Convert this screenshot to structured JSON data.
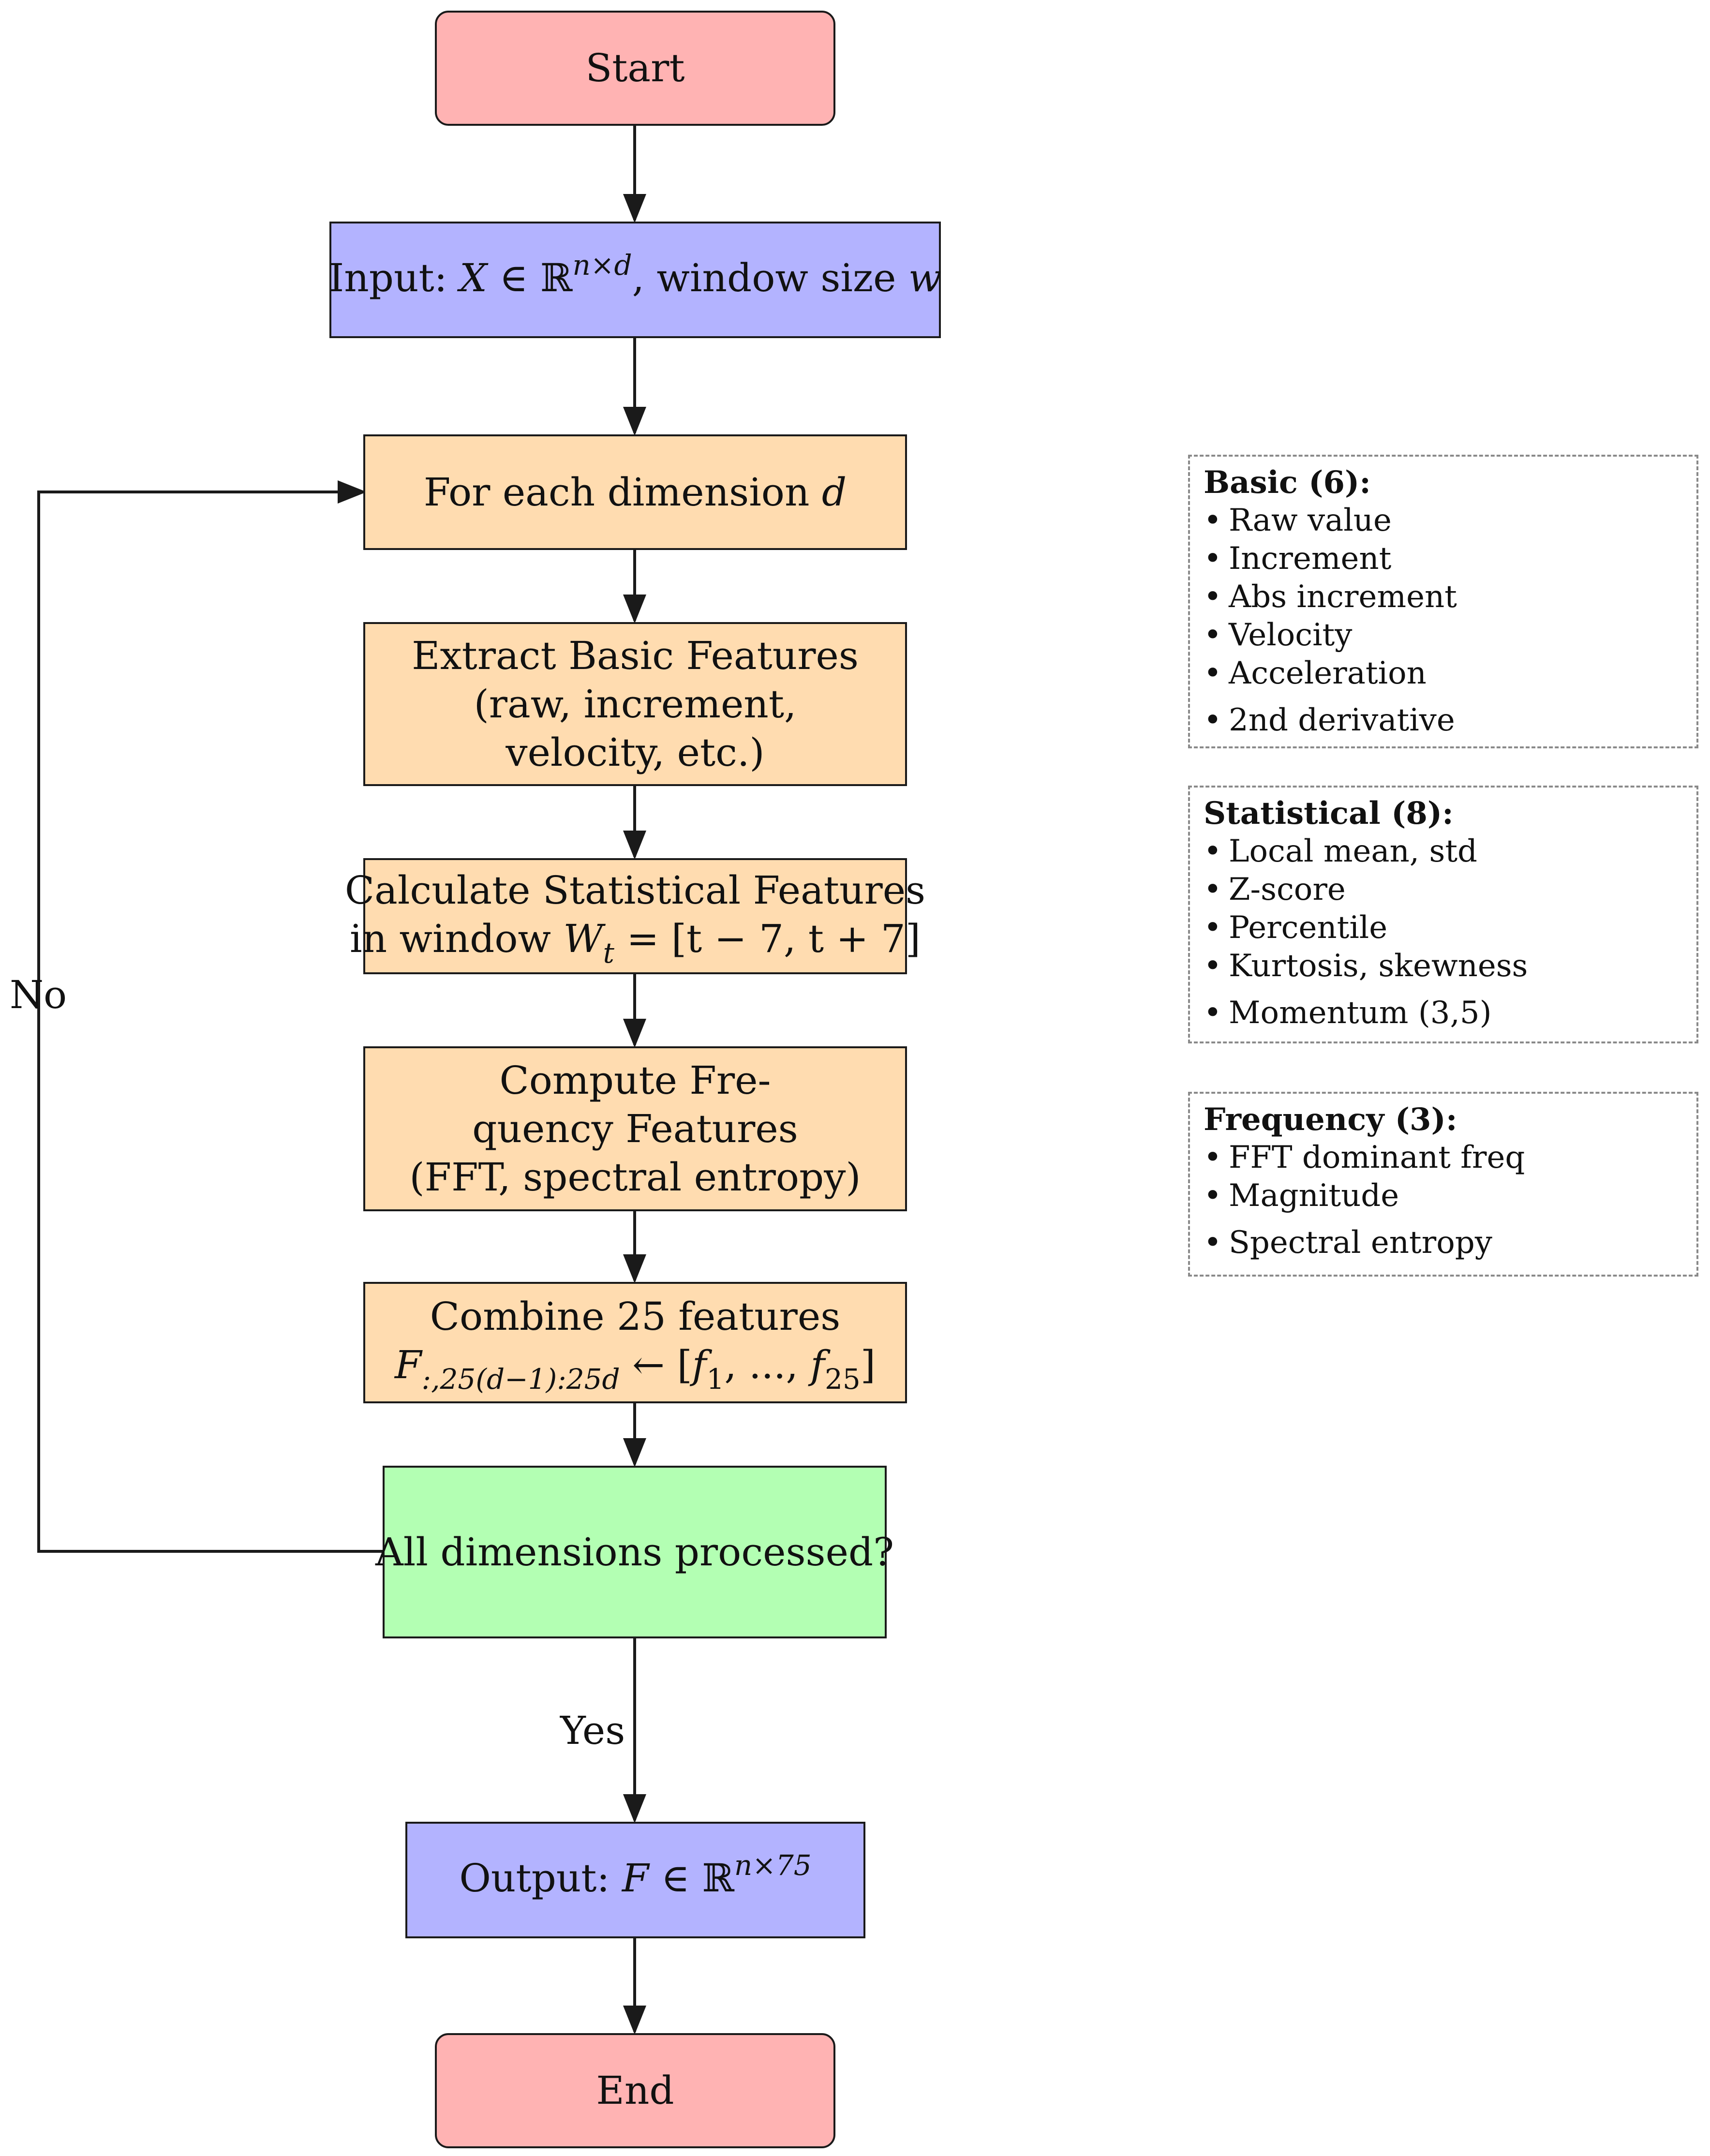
{
  "flowchart": {
    "start": "Start",
    "input": {
      "prefix": "Input: ",
      "var": "X",
      "rel": " ∈ ℝ",
      "exp": "n×d",
      "suffix": ", window size ",
      "win": "w"
    },
    "loop": {
      "text": "For each dimension ",
      "var": "d"
    },
    "basic": {
      "line1": "Extract Basic Features",
      "line2": "(raw, increment,",
      "line3": "velocity, etc.)"
    },
    "statistical": {
      "line1": "Calculate Statistical Features",
      "line2_text": "in window ",
      "line2_var": "W",
      "line2_sub": "t",
      "line2_rest": " = [t − 7, t + 7]"
    },
    "frequency": {
      "line1": "Compute Fre-",
      "line2": "quency Features",
      "line3": "(FFT, spectral entropy)"
    },
    "combine": {
      "line1": "Combine 25 features",
      "lhs": "F",
      "lhs_sub": ":,25(d−1):25d",
      "arrow": " ← [",
      "f1": "f",
      "f1_sub": "1",
      "mid": ", ..., ",
      "f25": "f",
      "f25_sub": "25",
      "close": "]"
    },
    "decision": "All dimensions processed?",
    "output": {
      "prefix": "Output: ",
      "var": "F",
      "rel": " ∈ ℝ",
      "exp": "n×75"
    },
    "end": "End",
    "label_no": "No",
    "label_yes": "Yes"
  },
  "panels": {
    "basic": {
      "title": "Basic (6):",
      "items": [
        "Raw value",
        "Increment",
        "Abs increment",
        "Velocity",
        "Acceleration",
        "2nd derivative"
      ]
    },
    "statistical": {
      "title": "Statistical (8):",
      "items": [
        "Local mean, std",
        "Z-score",
        "Percentile",
        "Kurtosis, skewness",
        "Momentum (3,5)"
      ]
    },
    "frequency": {
      "title": "Frequency (3):",
      "items": [
        "FFT dominant freq",
        "Magnitude",
        "Spectral entropy"
      ]
    },
    "bullet": "•"
  }
}
